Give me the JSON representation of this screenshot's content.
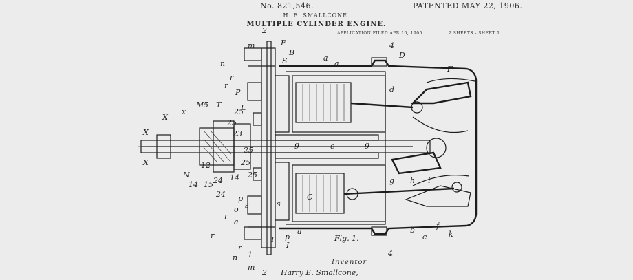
{
  "header": {
    "patent_number": "No. 821,546.",
    "patented": "PATENTED MAY 22, 1906.",
    "inventor": "H. E. SMALLCONE.",
    "title": "MULTIPLE CYLINDER ENGINE.",
    "application": "APPLICATION FILED APR 10, 1905.",
    "sheets": "2 SHEETS - SHEET 1."
  },
  "figure": {
    "caption": "Fig. 1.",
    "labels": [
      "2",
      "2",
      "m",
      "F",
      "B",
      "S",
      "n",
      "r",
      "r",
      "P",
      "L",
      "4",
      "D",
      "4",
      "F",
      "a",
      "a",
      "d",
      "X",
      "X",
      "X",
      "M",
      "5",
      "T",
      "25",
      "25",
      "23",
      "24",
      "24",
      "25",
      "x",
      "9",
      "9",
      "e",
      "g",
      "h",
      "i",
      "k",
      "f",
      "b",
      "c",
      "C",
      "a",
      "25",
      "12",
      "14",
      "15",
      "14",
      "25",
      "N",
      "p",
      "o",
      "r",
      "r",
      "a",
      "s",
      "s",
      "p",
      "I",
      "I",
      "1",
      "m",
      "n",
      "r"
    ]
  },
  "footer": {
    "inventor_caption": "Inventor",
    "signature": "Harry E. Smallcone,",
    "section_mark": "4"
  }
}
